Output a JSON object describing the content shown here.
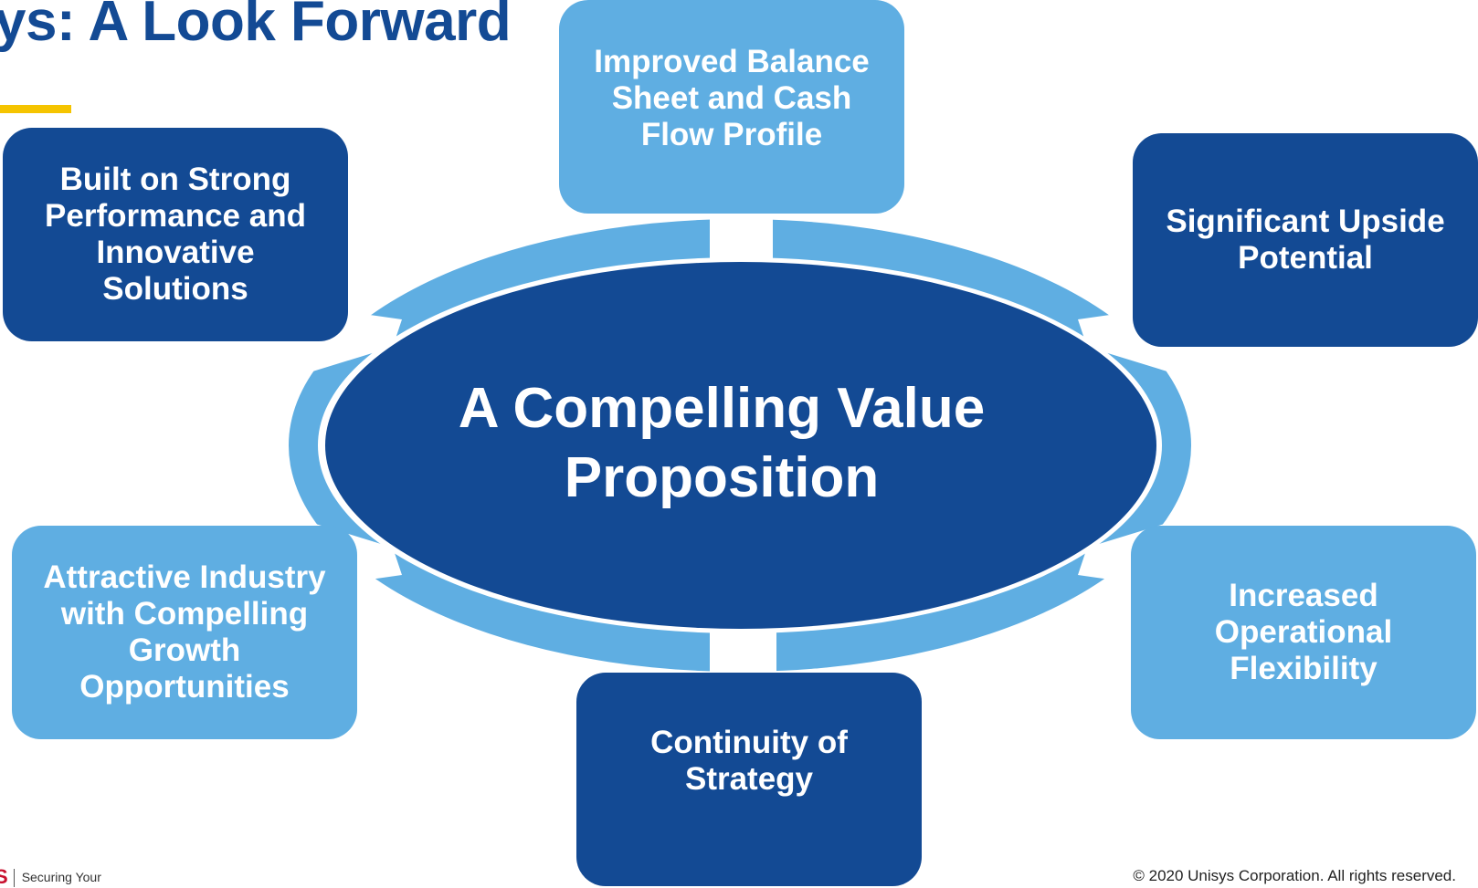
{
  "slide": {
    "title": "sys: A Look Forward"
  },
  "center": {
    "line1": "A Compelling Value",
    "line2": "Proposition"
  },
  "boxes": {
    "top": [
      "Improved Balance",
      "Sheet and Cash",
      "Flow Profile"
    ],
    "top_left": [
      "Built on Strong",
      "Performance and",
      "Innovative",
      "Solutions"
    ],
    "top_right": [
      "Significant Upside",
      "Potential"
    ],
    "bottom_left": [
      "Attractive Industry",
      "with Compelling",
      "Growth",
      "Opportunities"
    ],
    "bottom_right": [
      "Increased",
      "Operational",
      "Flexibility"
    ],
    "bottom": [
      "Continuity of",
      "Strategy"
    ]
  },
  "footer": {
    "logo_mark": "S",
    "tagline": "Securing Your",
    "copyright": "© 2020 Unisys Corporation. All rights reserved."
  },
  "colors": {
    "dark_blue": "#134a94",
    "light_blue": "#5faee2",
    "accent_yellow": "#f5c400"
  }
}
